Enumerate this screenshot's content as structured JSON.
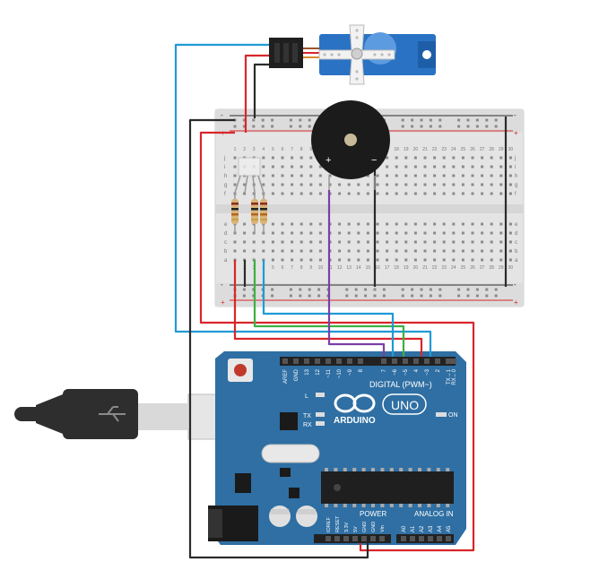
{
  "arduino": {
    "brand": "ARDUINO",
    "model": "UNO",
    "digital_label": "DIGITAL (PWM~)",
    "analog_label": "ANALOG IN",
    "power_label": "POWER",
    "on_label": "ON",
    "l_label": "L",
    "tx_label": "TX",
    "rx_label": "RX",
    "digital_pins": [
      "AREF",
      "GND",
      "13",
      "12",
      "~11",
      "~10",
      "~9",
      "8",
      "7",
      "~6",
      "~5",
      "4",
      "~3",
      "2",
      "TX→1",
      "RX←0"
    ],
    "power_pins": [
      "IOREF",
      "RESET",
      "3.3V",
      "5V",
      "GND",
      "GND",
      "Vin"
    ],
    "analog_pins": [
      "A0",
      "A1",
      "A2",
      "A3",
      "A4",
      "A5"
    ]
  },
  "breadboard": {
    "rows_top": [
      "j",
      "i",
      "h",
      "g",
      "f"
    ],
    "rows_bottom": [
      "e",
      "d",
      "c",
      "b",
      "a"
    ],
    "columns": [
      "1",
      "2",
      "3",
      "4",
      "5",
      "6",
      "7",
      "8",
      "9",
      "10",
      "11",
      "12",
      "13",
      "14",
      "15",
      "16",
      "17",
      "18",
      "19",
      "20",
      "21",
      "22",
      "23",
      "24",
      "25",
      "26",
      "27",
      "28",
      "29",
      "30"
    ],
    "rail_plus": "+",
    "rail_minus": "-"
  },
  "buzzer": {
    "plus_label": "+",
    "minus_label": "−"
  },
  "colors": {
    "wire_red": "#d9262b",
    "wire_black": "#2b2b2b",
    "wire_blue": "#1f9ad6",
    "wire_green": "#3cb043",
    "wire_purple": "#7b3fa6",
    "arduino_blue": "#2f6fa3",
    "breadboard": "#e4e4e4",
    "servo_blue": "#2a72c4"
  }
}
